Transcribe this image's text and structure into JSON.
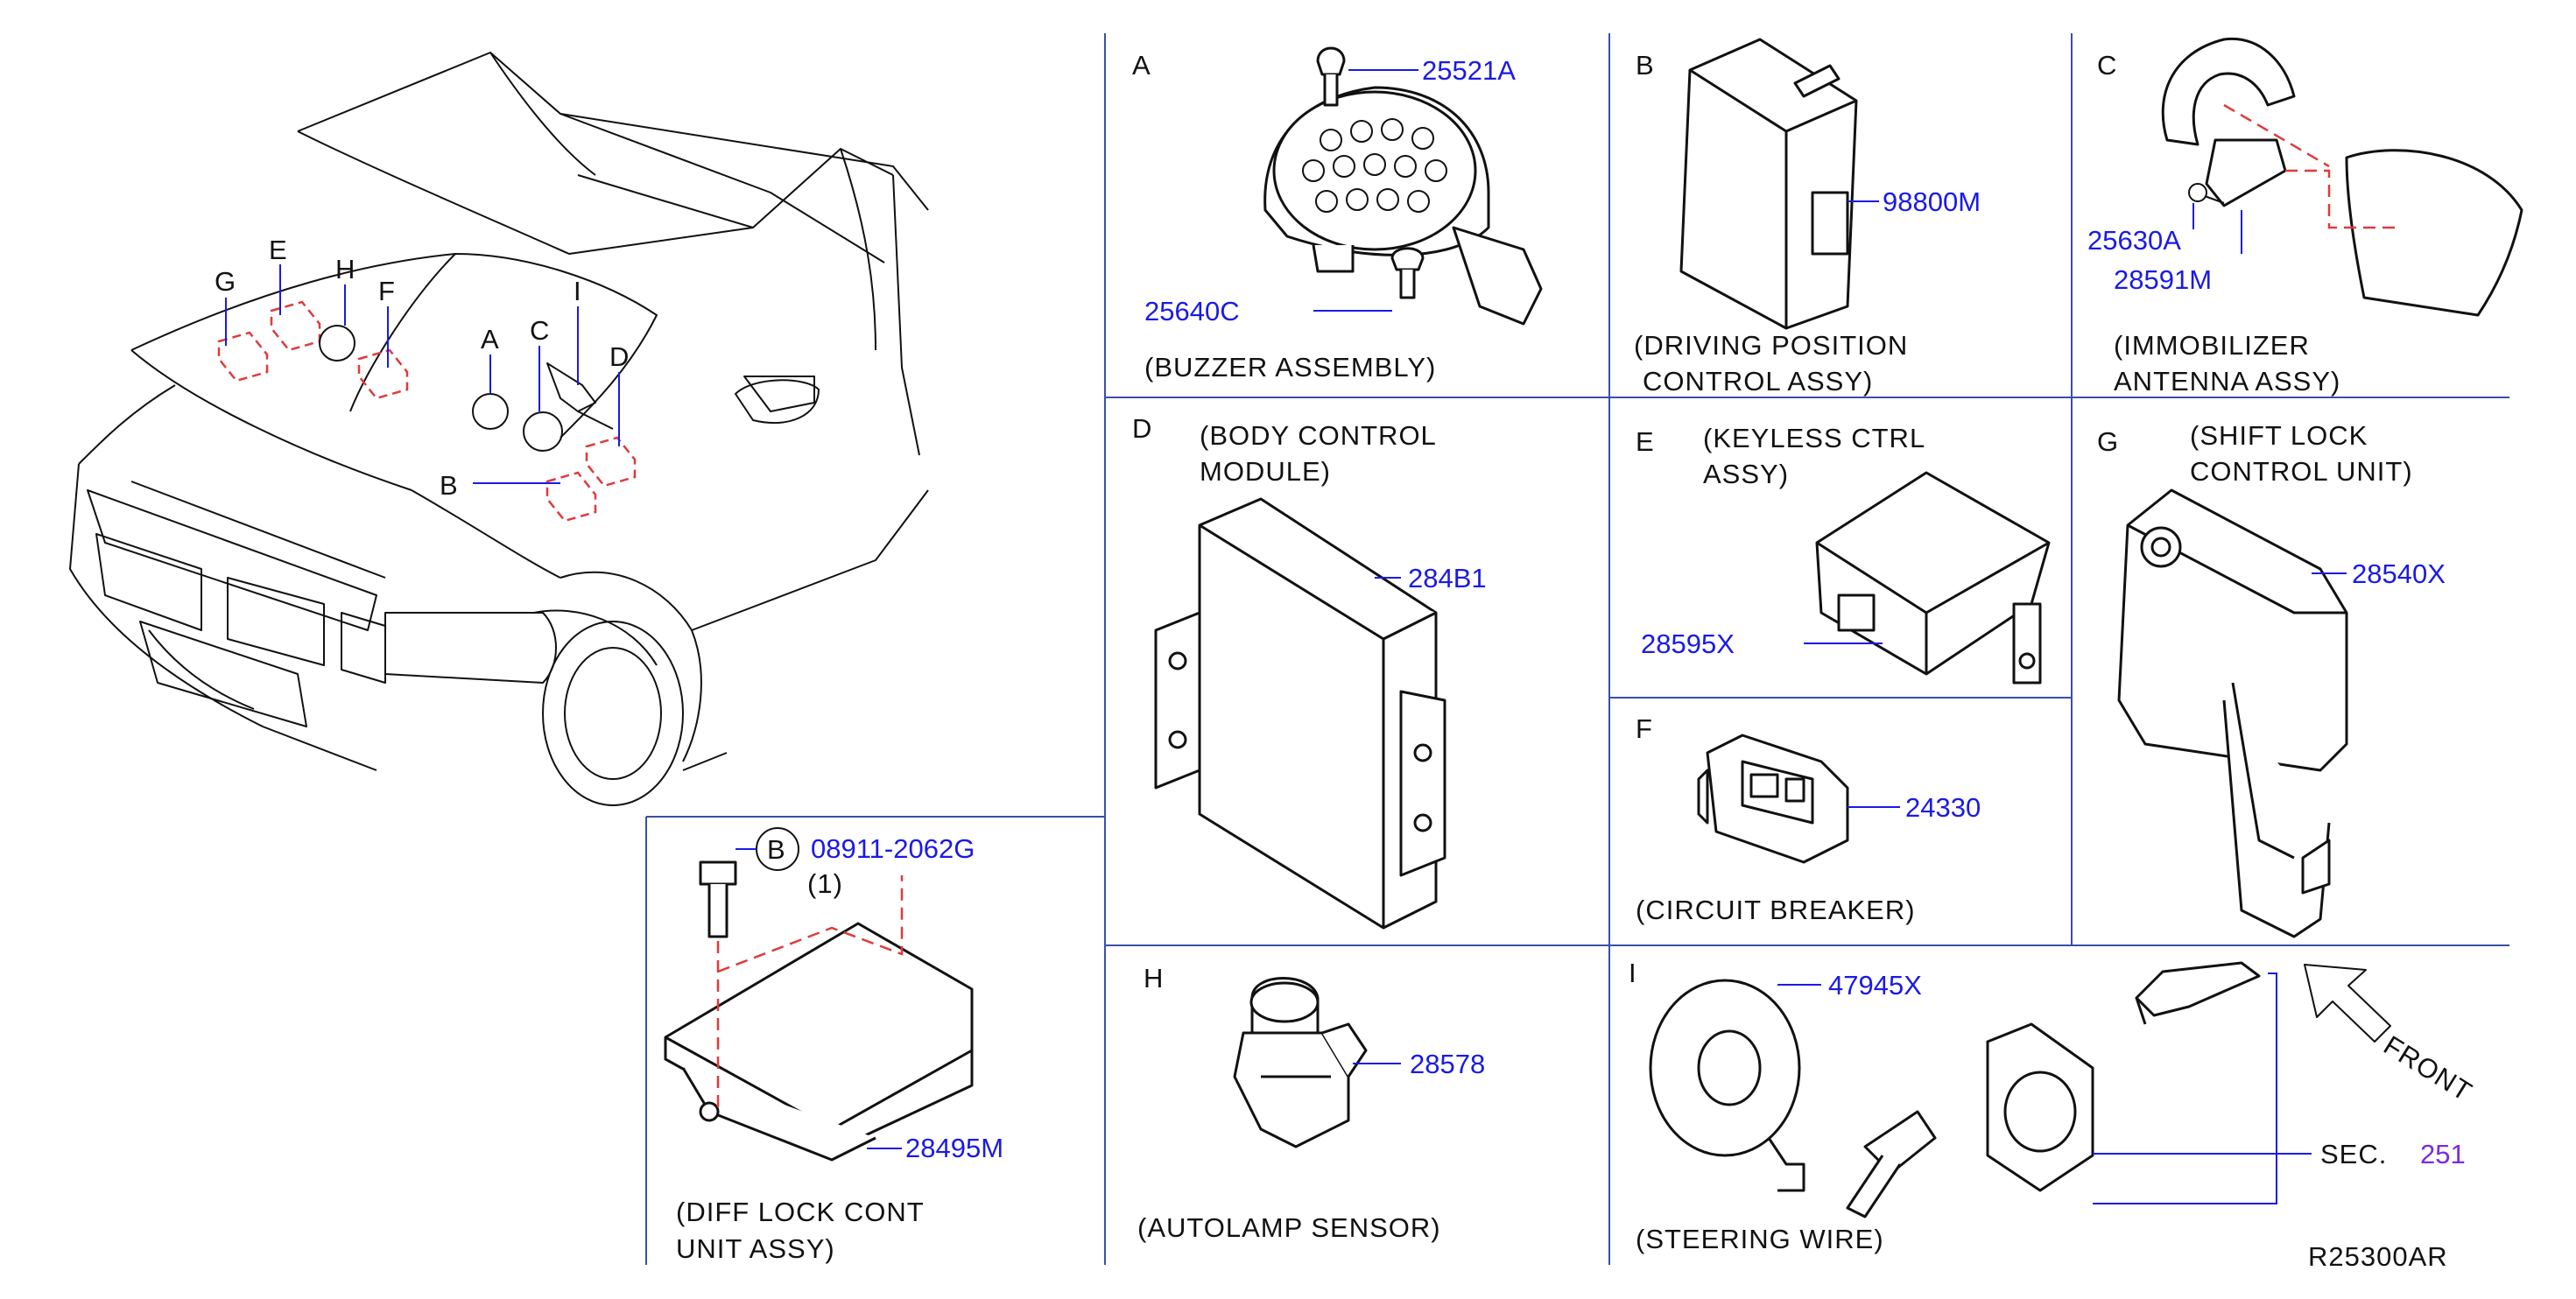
{
  "panels": {
    "A": {
      "letter": "A",
      "caption": "(BUZZER  ASSEMBLY)",
      "parts": [
        "25521A",
        "25640C"
      ]
    },
    "B": {
      "letter": "B",
      "caption_line1": "(DRIVING  POSITION",
      "caption_line2": "CONTROL  ASSY)",
      "parts": [
        "98800M"
      ]
    },
    "C": {
      "letter": "C",
      "caption_line1": "(IMMOBILIZER",
      "caption_line2": "ANTENNA  ASSY)",
      "parts": [
        "25630A",
        "28591M"
      ]
    },
    "D": {
      "letter": "D",
      "caption_line1": "(BODY  CONTROL",
      "caption_line2": "MODULE)",
      "parts": [
        "284B1"
      ]
    },
    "E": {
      "letter": "E",
      "caption_line1": "(KEYLESS  CTRL",
      "caption_line2": "ASSY)",
      "parts": [
        "28595X"
      ]
    },
    "F": {
      "letter": "F",
      "caption": "(CIRCUIT  BREAKER)",
      "parts": [
        "24330"
      ]
    },
    "G": {
      "letter": "G",
      "caption_line1": "(SHIFT  LOCK",
      "caption_line2": "CONTROL  UNIT)",
      "parts": [
        "28540X"
      ]
    },
    "H": {
      "letter": "H",
      "caption": "(AUTOLAMP  SENSOR)",
      "parts": [
        "28578"
      ]
    },
    "I": {
      "letter": "I",
      "caption": "(STEERING  WIRE)",
      "parts": [
        "47945X"
      ],
      "sec_label": "SEC.",
      "sec_number": "251",
      "front_label": "FRONT"
    },
    "diff": {
      "bolt_ref": "B",
      "bolt_part": "08911-2062G",
      "bolt_qty": "(1)",
      "part": "28495M",
      "caption_line1": "(DIFF  LOCK  CONT",
      "caption_line2": "UNIT  ASSY)"
    }
  },
  "vehicle_labels": [
    "G",
    "E",
    "H",
    "F",
    "A",
    "C",
    "I",
    "D",
    "B"
  ],
  "drawing_id": "R25300AR",
  "colors": {
    "part_number": "#1a1ae6",
    "section_ref": "#7a2be0",
    "locator": "#e03a3a",
    "divider": "#3a4fa8"
  }
}
